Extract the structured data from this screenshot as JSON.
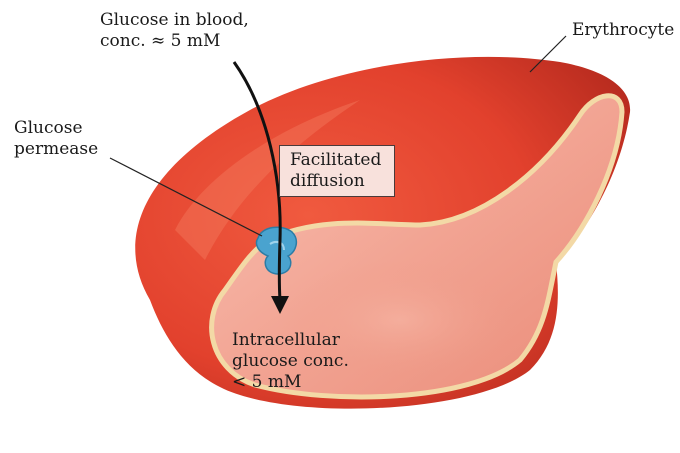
{
  "labels": {
    "glucose_blood": {
      "line1": "Glucose in blood,",
      "line2": "conc. ≈ 5 mM"
    },
    "erythrocyte": "Erythrocyte",
    "permease": {
      "line1": "Glucose",
      "line2": "permease"
    },
    "facilitated": {
      "line1": "Facilitated",
      "line2": "diffusion"
    },
    "intracellular": {
      "line1": "Intracellular",
      "line2": "glucose conc.",
      "line3": "< 5 mM"
    }
  },
  "colors": {
    "cell_outer": "#e5432e",
    "cell_inner": "#f3a99a",
    "rim": "#f1d8a4",
    "permease": "#4aa3cf",
    "arrow": "#111111",
    "callout_box": "#f8e1dc"
  }
}
